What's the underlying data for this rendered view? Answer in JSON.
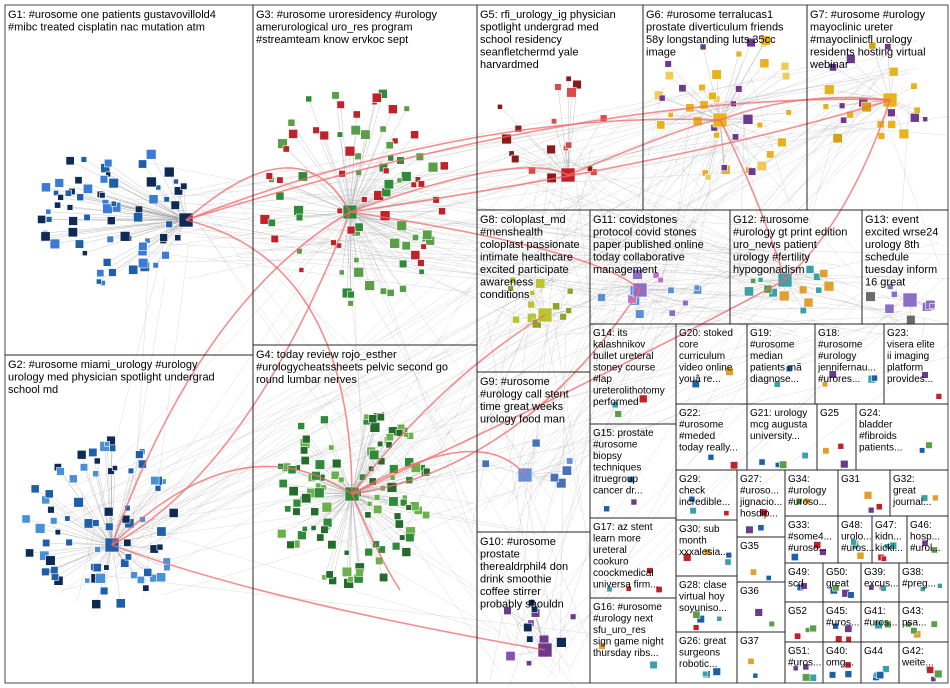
{
  "colors": {
    "background": "#ffffff",
    "border": "#1f1f1f",
    "edge_gray": "#9a9a9a",
    "edge_red": "#f0696c",
    "node_blue": "#1d5fa8",
    "node_green": "#2f8a3a",
    "node_red": "#c0222a",
    "node_yellow": "#e8b21f",
    "node_purple": "#6b3a8c",
    "node_navy": "#0f2a55"
  },
  "groups": [
    {
      "id": "G1",
      "lines": [
        "G1: #urosome one patients gustavovillold4",
        "#mibc treated cisplatin nac mutation atm"
      ]
    },
    {
      "id": "G2",
      "lines": [
        "G2: #urosome miami_urology #urology",
        "urology med physician spotlight undergrad",
        "school md"
      ]
    },
    {
      "id": "G3",
      "lines": [
        "G3: #urosome uroresidency #urology",
        "amerurological uro_res program",
        "#streamteam know ervkoc sept"
      ]
    },
    {
      "id": "G4",
      "lines": [
        "G4: today review rojo_esther",
        "#urologycheatssheets pelvic second go",
        "round lumbar nerves"
      ]
    },
    {
      "id": "G5",
      "lines": [
        "G5: rfi_urology_ig physician",
        "spotlight undergrad med",
        "school residency",
        "seanfletchermd yale",
        "harvardmed"
      ]
    },
    {
      "id": "G6",
      "lines": [
        "G6: #urosome terralucas1",
        "prostate diverticulum friends",
        "58y longstanding luts 35cc",
        "image"
      ]
    },
    {
      "id": "G7",
      "lines": [
        "G7: #urosome #urology",
        "mayoclinic ureter",
        "#mayoclinicfl urology",
        "residents hosting virtual",
        "webinar"
      ]
    },
    {
      "id": "G8",
      "lines": [
        "G8: coloplast_md",
        "#menshealth",
        "coloplast passionate",
        "intimate healthcare",
        "excited participate",
        "awareness",
        "conditions"
      ]
    },
    {
      "id": "G9",
      "lines": [
        "G9: #urosome",
        "#urology call stent",
        "time great weeks",
        "urology food man"
      ]
    },
    {
      "id": "G10",
      "lines": [
        "G10: #urosome",
        "prostate",
        "therealdrphil4 don",
        "drink smoothie",
        "coffee stirrer",
        "probably shouldn"
      ]
    },
    {
      "id": "G11",
      "lines": [
        "G11: covidstones",
        "protocol covid stones",
        "paper published online",
        "today collaborative",
        "management"
      ]
    },
    {
      "id": "G12",
      "lines": [
        "G12: #urosome",
        "#urology gt print edition",
        "uro_news patient",
        "urology #fertility",
        "hypogonadism"
      ]
    },
    {
      "id": "G13",
      "lines": [
        "G13: event",
        "excited wrse24",
        "urology 8th",
        "schedule",
        "tuesday inform",
        "16 great"
      ]
    },
    {
      "id": "G14",
      "lines": [
        "G14: its",
        "kalashnikov",
        "bullet ureteral",
        "stoney course",
        "#lap",
        "ureterolithotomy",
        "performed"
      ]
    },
    {
      "id": "G15",
      "lines": [
        "G15: prostate",
        "#urosome",
        "biopsy",
        "techniques",
        "itruegroup",
        "cancer dr..."
      ]
    },
    {
      "id": "G16",
      "lines": [
        "G16: #urosome",
        "#urology next",
        "sfu_uro_res",
        "sign game night",
        "thursday ribs..."
      ]
    },
    {
      "id": "G17",
      "lines": [
        "G17: az stent",
        "learn more",
        "ureteral",
        "cookuro",
        "coockmedical",
        "universa firm..."
      ]
    },
    {
      "id": "G18",
      "lines": [
        "G18:",
        "#urosome",
        "#urology",
        "jennifernau...",
        "#urores..."
      ]
    },
    {
      "id": "G19",
      "lines": [
        "G19:",
        "#urosome",
        "median",
        "patients mã",
        "diagnose..."
      ]
    },
    {
      "id": "G20",
      "lines": [
        "G20: stoked",
        "core",
        "curriculum",
        "video online",
        "youâ re..."
      ]
    },
    {
      "id": "G21",
      "lines": [
        "G21: urology",
        "mcg augusta",
        "university..."
      ]
    },
    {
      "id": "G22",
      "lines": [
        "G22:",
        "#urosome",
        "#meded",
        "today really..."
      ]
    },
    {
      "id": "G23",
      "lines": [
        "G23:",
        "visera elite",
        "ii imaging",
        "platform",
        "provides..."
      ]
    },
    {
      "id": "G24",
      "lines": [
        "G24:",
        "bladder",
        "#fibroids",
        "patients..."
      ]
    },
    {
      "id": "G25",
      "lines": [
        "G25"
      ]
    },
    {
      "id": "G26",
      "lines": [
        "G26: great",
        "surgeons",
        "robotic..."
      ]
    },
    {
      "id": "G27",
      "lines": [
        "G27:",
        "#uroso...",
        "jignacio...",
        "hosdip..."
      ]
    },
    {
      "id": "G28",
      "lines": [
        "G28: clase",
        "virtual hoy",
        "soyuniso..."
      ]
    },
    {
      "id": "G29",
      "lines": [
        "G29:",
        "check",
        "incredible..."
      ]
    },
    {
      "id": "G30",
      "lines": [
        "G30: sub",
        "month",
        "xxxalesia..."
      ]
    },
    {
      "id": "G31",
      "lines": [
        "G31"
      ]
    },
    {
      "id": "G32",
      "lines": [
        "G32:",
        "great",
        "journal..."
      ]
    },
    {
      "id": "G33",
      "lines": [
        "G33:",
        "#some4...",
        "#uroso..."
      ]
    },
    {
      "id": "G34",
      "lines": [
        "G34:",
        "#urology",
        "#uroso..."
      ]
    },
    {
      "id": "G35",
      "lines": [
        "G35"
      ]
    },
    {
      "id": "G36",
      "lines": [
        "G36"
      ]
    },
    {
      "id": "G37",
      "lines": [
        "G37"
      ]
    },
    {
      "id": "G38",
      "lines": [
        "G38:",
        "#preg..."
      ]
    },
    {
      "id": "G39",
      "lines": [
        "G39:",
        "excus..."
      ]
    },
    {
      "id": "G40",
      "lines": [
        "G40:",
        "omg..."
      ]
    },
    {
      "id": "G41",
      "lines": [
        "G41:",
        "#uros..."
      ]
    },
    {
      "id": "G42",
      "lines": [
        "G42:",
        "weite..."
      ]
    },
    {
      "id": "G43",
      "lines": [
        "G43:",
        "psa..."
      ]
    },
    {
      "id": "G44",
      "lines": [
        "G44"
      ]
    },
    {
      "id": "G45",
      "lines": [
        "G45:",
        "#uros..."
      ]
    },
    {
      "id": "G46",
      "lines": [
        "G46:",
        "hosp...",
        "#urol..."
      ]
    },
    {
      "id": "G47",
      "lines": [
        "G47:",
        "kidn...",
        "kicki..."
      ]
    },
    {
      "id": "G48",
      "lines": [
        "G48:",
        "urolo...",
        "#uros..."
      ]
    },
    {
      "id": "G49",
      "lines": [
        "G49:",
        "scd"
      ]
    },
    {
      "id": "G50",
      "lines": [
        "G50:",
        "great"
      ]
    },
    {
      "id": "G51",
      "lines": [
        "G51:",
        "#uros..."
      ]
    },
    {
      "id": "G52",
      "lines": [
        "G52"
      ]
    }
  ]
}
